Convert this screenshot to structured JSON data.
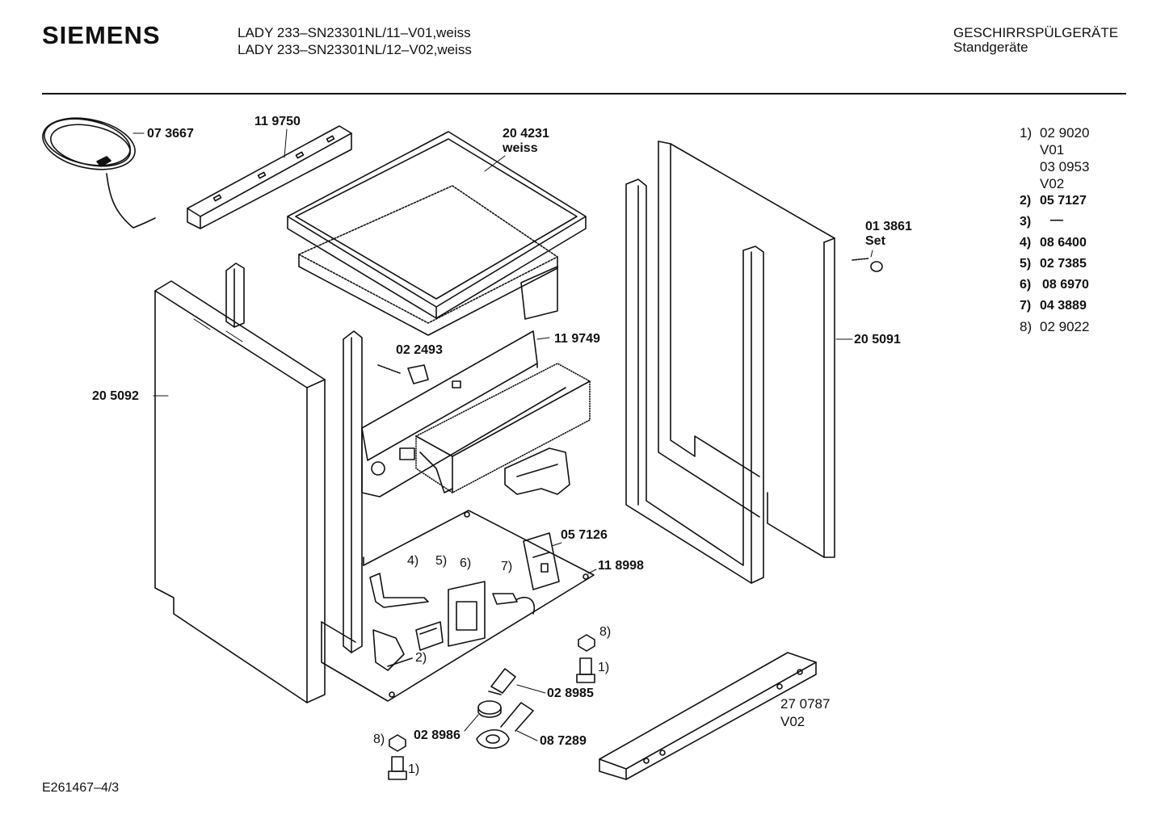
{
  "header": {
    "brand": "SIEMENS",
    "model_lines": [
      "LADY 233–SN23301NL/11–V01,weiss",
      "LADY 233–SN23301NL/12–V02,weiss"
    ],
    "category": "GESCHIRRSPÜLGERÄTE",
    "subcategory": "Standgeräte"
  },
  "parts": {
    "p073667": "07 3667",
    "p119750": "11 9750",
    "p204231": "20 4231",
    "p204231_color": "weiss",
    "p013861": "01 3861",
    "p013861_note": "Set",
    "p205091": "20 5091",
    "p205092": "20 5092",
    "p022493": "02 2493",
    "p119749": "11 9749",
    "p057126": "05 7126",
    "p118998": "11 8998",
    "p028985": "02 8985",
    "p028986": "02 8986",
    "p087289": "08 7289",
    "p270787": "27 0787",
    "p270787_variant": "V02",
    "c4": "4)",
    "c5": "5)",
    "c6": "6)",
    "c7": "7)",
    "c8a": "8)",
    "c1a": "1)",
    "c2": "2)",
    "c8b": "8)",
    "c1b": "1)"
  },
  "legend": [
    {
      "key": "1)",
      "value": "02 9020"
    },
    {
      "key": "",
      "value": "V01"
    },
    {
      "key": "",
      "value": "03 0953"
    },
    {
      "key": "",
      "value": "V02"
    },
    {
      "key": "2)",
      "value": "05 7127"
    },
    {
      "key": "3)",
      "value": "—"
    },
    {
      "key": "4)",
      "value": "08 6400"
    },
    {
      "key": "5)",
      "value": "02 7385"
    },
    {
      "key": "6)",
      "value": "08 6970"
    },
    {
      "key": "7)",
      "value": "04 3889"
    },
    {
      "key": "8)",
      "value": "02 9022"
    }
  ],
  "footer": {
    "drawing_id": "E261467–4/3"
  }
}
